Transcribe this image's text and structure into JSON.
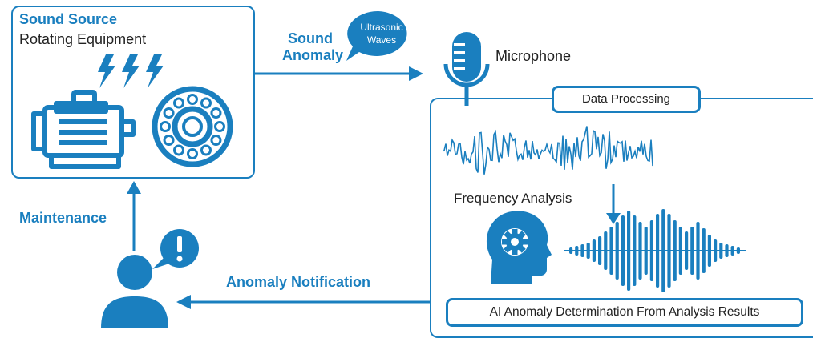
{
  "source": {
    "title": "Sound Source",
    "subtitle": "Rotating Equipment"
  },
  "arrow_top": {
    "label_line1": "Sound",
    "label_line2": "Anomaly"
  },
  "bubble": {
    "line1": "Ultrasonic",
    "line2": "Waves"
  },
  "microphone": {
    "label": "Microphone"
  },
  "processing": {
    "header": "Data Processing",
    "frequency_label": "Frequency Analysis",
    "result_label": "AI Anomaly Determination From Analysis Results"
  },
  "notification": {
    "label": "Anomaly Notification"
  },
  "maintenance": {
    "label": "Maintenance"
  },
  "colors": {
    "primary": "#1a7fbf",
    "text": "#222222"
  },
  "icons": [
    "lightning-bolt-icon",
    "motor-icon",
    "bearing-icon",
    "microphone-icon",
    "waveform-icon",
    "ai-head-gear-icon",
    "spectrum-icon",
    "person-icon",
    "alert-bubble-icon"
  ]
}
